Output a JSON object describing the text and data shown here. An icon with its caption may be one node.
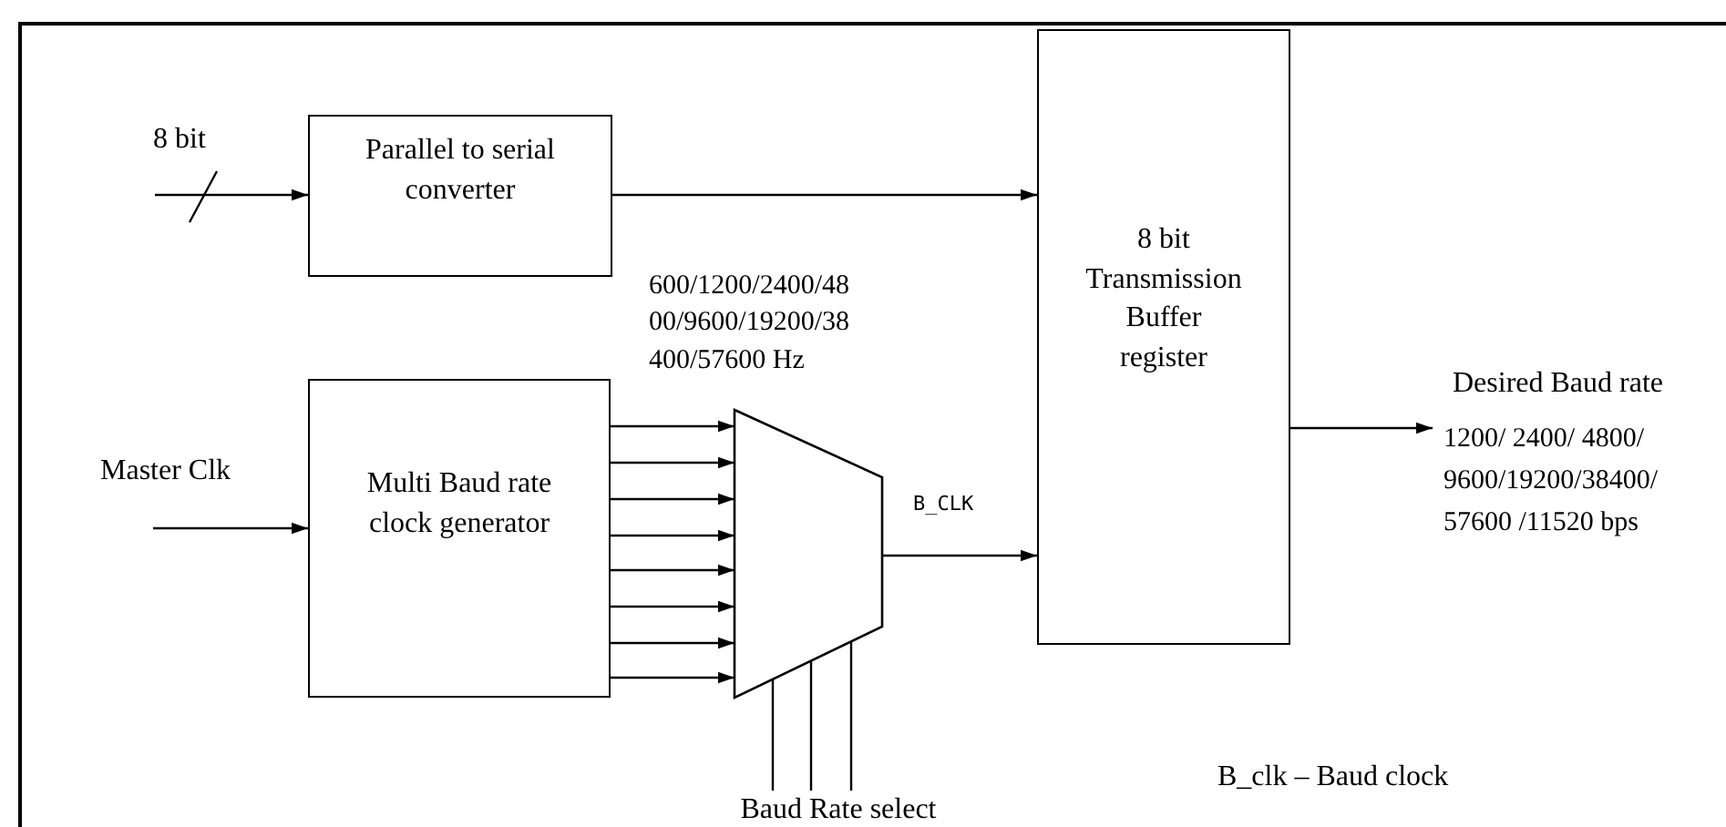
{
  "diagram": {
    "nodes": [
      {
        "text": [
          "Parallel to serial converter"
        ]
      },
      {
        "text": [
          "Multi Baud rate clock generator"
        ]
      },
      {
        "text": [],
        "shape": "trapezoid",
        "beside": [
          "600/1200/2400/4800/9600/19200/38400/57600 Hz"
        ]
      },
      {
        "text": [
          "Baud Rate select"
        ]
      },
      {
        "text": [
          "8 bit Transmission Buffer register"
        ]
      },
      {
        "text": [
          "Desired Baud rate",
          "1200/ 2400/ 4800/ 9600/19200/38400/ 57600 /11520 bps"
        ]
      }
    ],
    "edges": [
      {
        "from": null,
        "to": 0,
        "arrow": "to"
      },
      {
        "from": 0,
        "to": 4,
        "arrow": "to"
      },
      {
        "from": null,
        "to": 1,
        "arrow": "to"
      },
      {
        "from": 1,
        "to": 2,
        "arrow": "to"
      },
      {
        "from": 1,
        "to": 2,
        "arrow": "to"
      },
      {
        "from": 1,
        "to": 2,
        "arrow": "to"
      },
      {
        "from": 1,
        "to": 2,
        "arrow": "to"
      },
      {
        "from": 1,
        "to": 2,
        "arrow": "to"
      },
      {
        "from": 1,
        "to": 2,
        "arrow": "to"
      },
      {
        "from": 1,
        "to": 2,
        "arrow": "to"
      },
      {
        "from": 1,
        "to": 2,
        "arrow": "to"
      },
      {
        "from": 2,
        "to": 4,
        "arrow": "to",
        "label": "B_CLK"
      },
      {
        "from": 3,
        "to": 2,
        "arrow": "none"
      },
      {
        "from": 3,
        "to": 2,
        "arrow": "none"
      },
      {
        "from": 3,
        "to": 2,
        "arrow": "none"
      },
      {
        "from": 4,
        "to": 5,
        "arrow": "to"
      }
    ],
    "labels": [
      "8 bit",
      "Master Clk",
      "B_clk – Baud clock"
    ]
  }
}
